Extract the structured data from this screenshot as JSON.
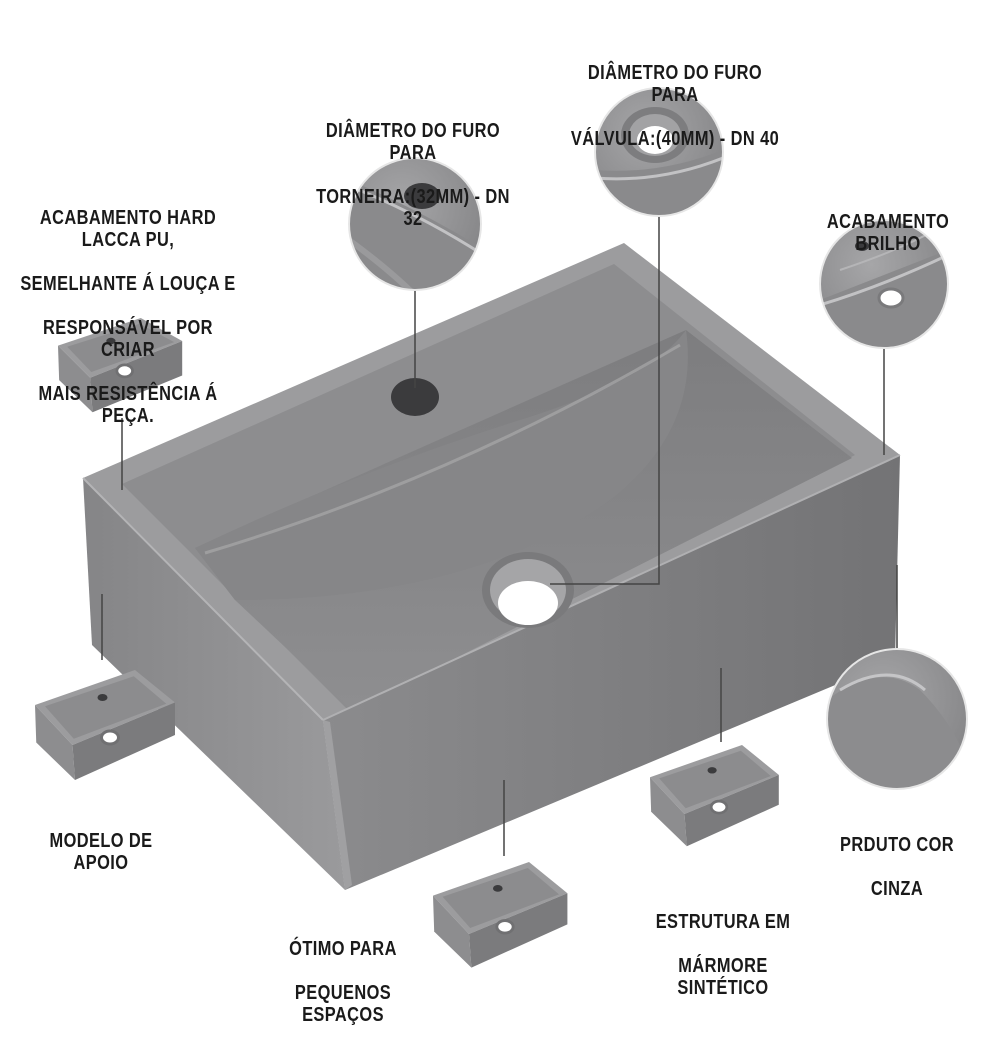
{
  "product_color": "#8a8a8c",
  "labels": {
    "valve_hole": [
      "DIÂMETRO DO FURO PARA",
      "VÁLVULA:(40MM) - DN 40"
    ],
    "faucet_hole": [
      "DIÂMETRO DO FURO PARA",
      "TORNEIRA:(32MM) - DN 32"
    ],
    "finish_hard": [
      "ACABAMENTO HARD LACCA PU,",
      "SEMELHANTE Á LOUÇA E",
      "RESPONSÁVEL POR CRIAR",
      "MAIS RESISTÊNCIA Á PEÇA."
    ],
    "finish_gloss": [
      "ACABAMENTO BRILHO"
    ],
    "support_model": [
      "MODELO DE APOIO"
    ],
    "grey_product": [
      "PRDUTO COR",
      "CINZA"
    ],
    "small_spaces": [
      "ÓTIMO  PARA",
      "PEQUENOS ESPAÇOS"
    ],
    "marble": [
      "ESTRUTURA EM",
      "MÁRMORE SINTÉTICO"
    ]
  },
  "icons": [
    "sink-basin",
    "faucet-hole-detail",
    "valve-hole-detail",
    "gloss-detail",
    "color-detail",
    "mini-sink-thumbnail"
  ]
}
